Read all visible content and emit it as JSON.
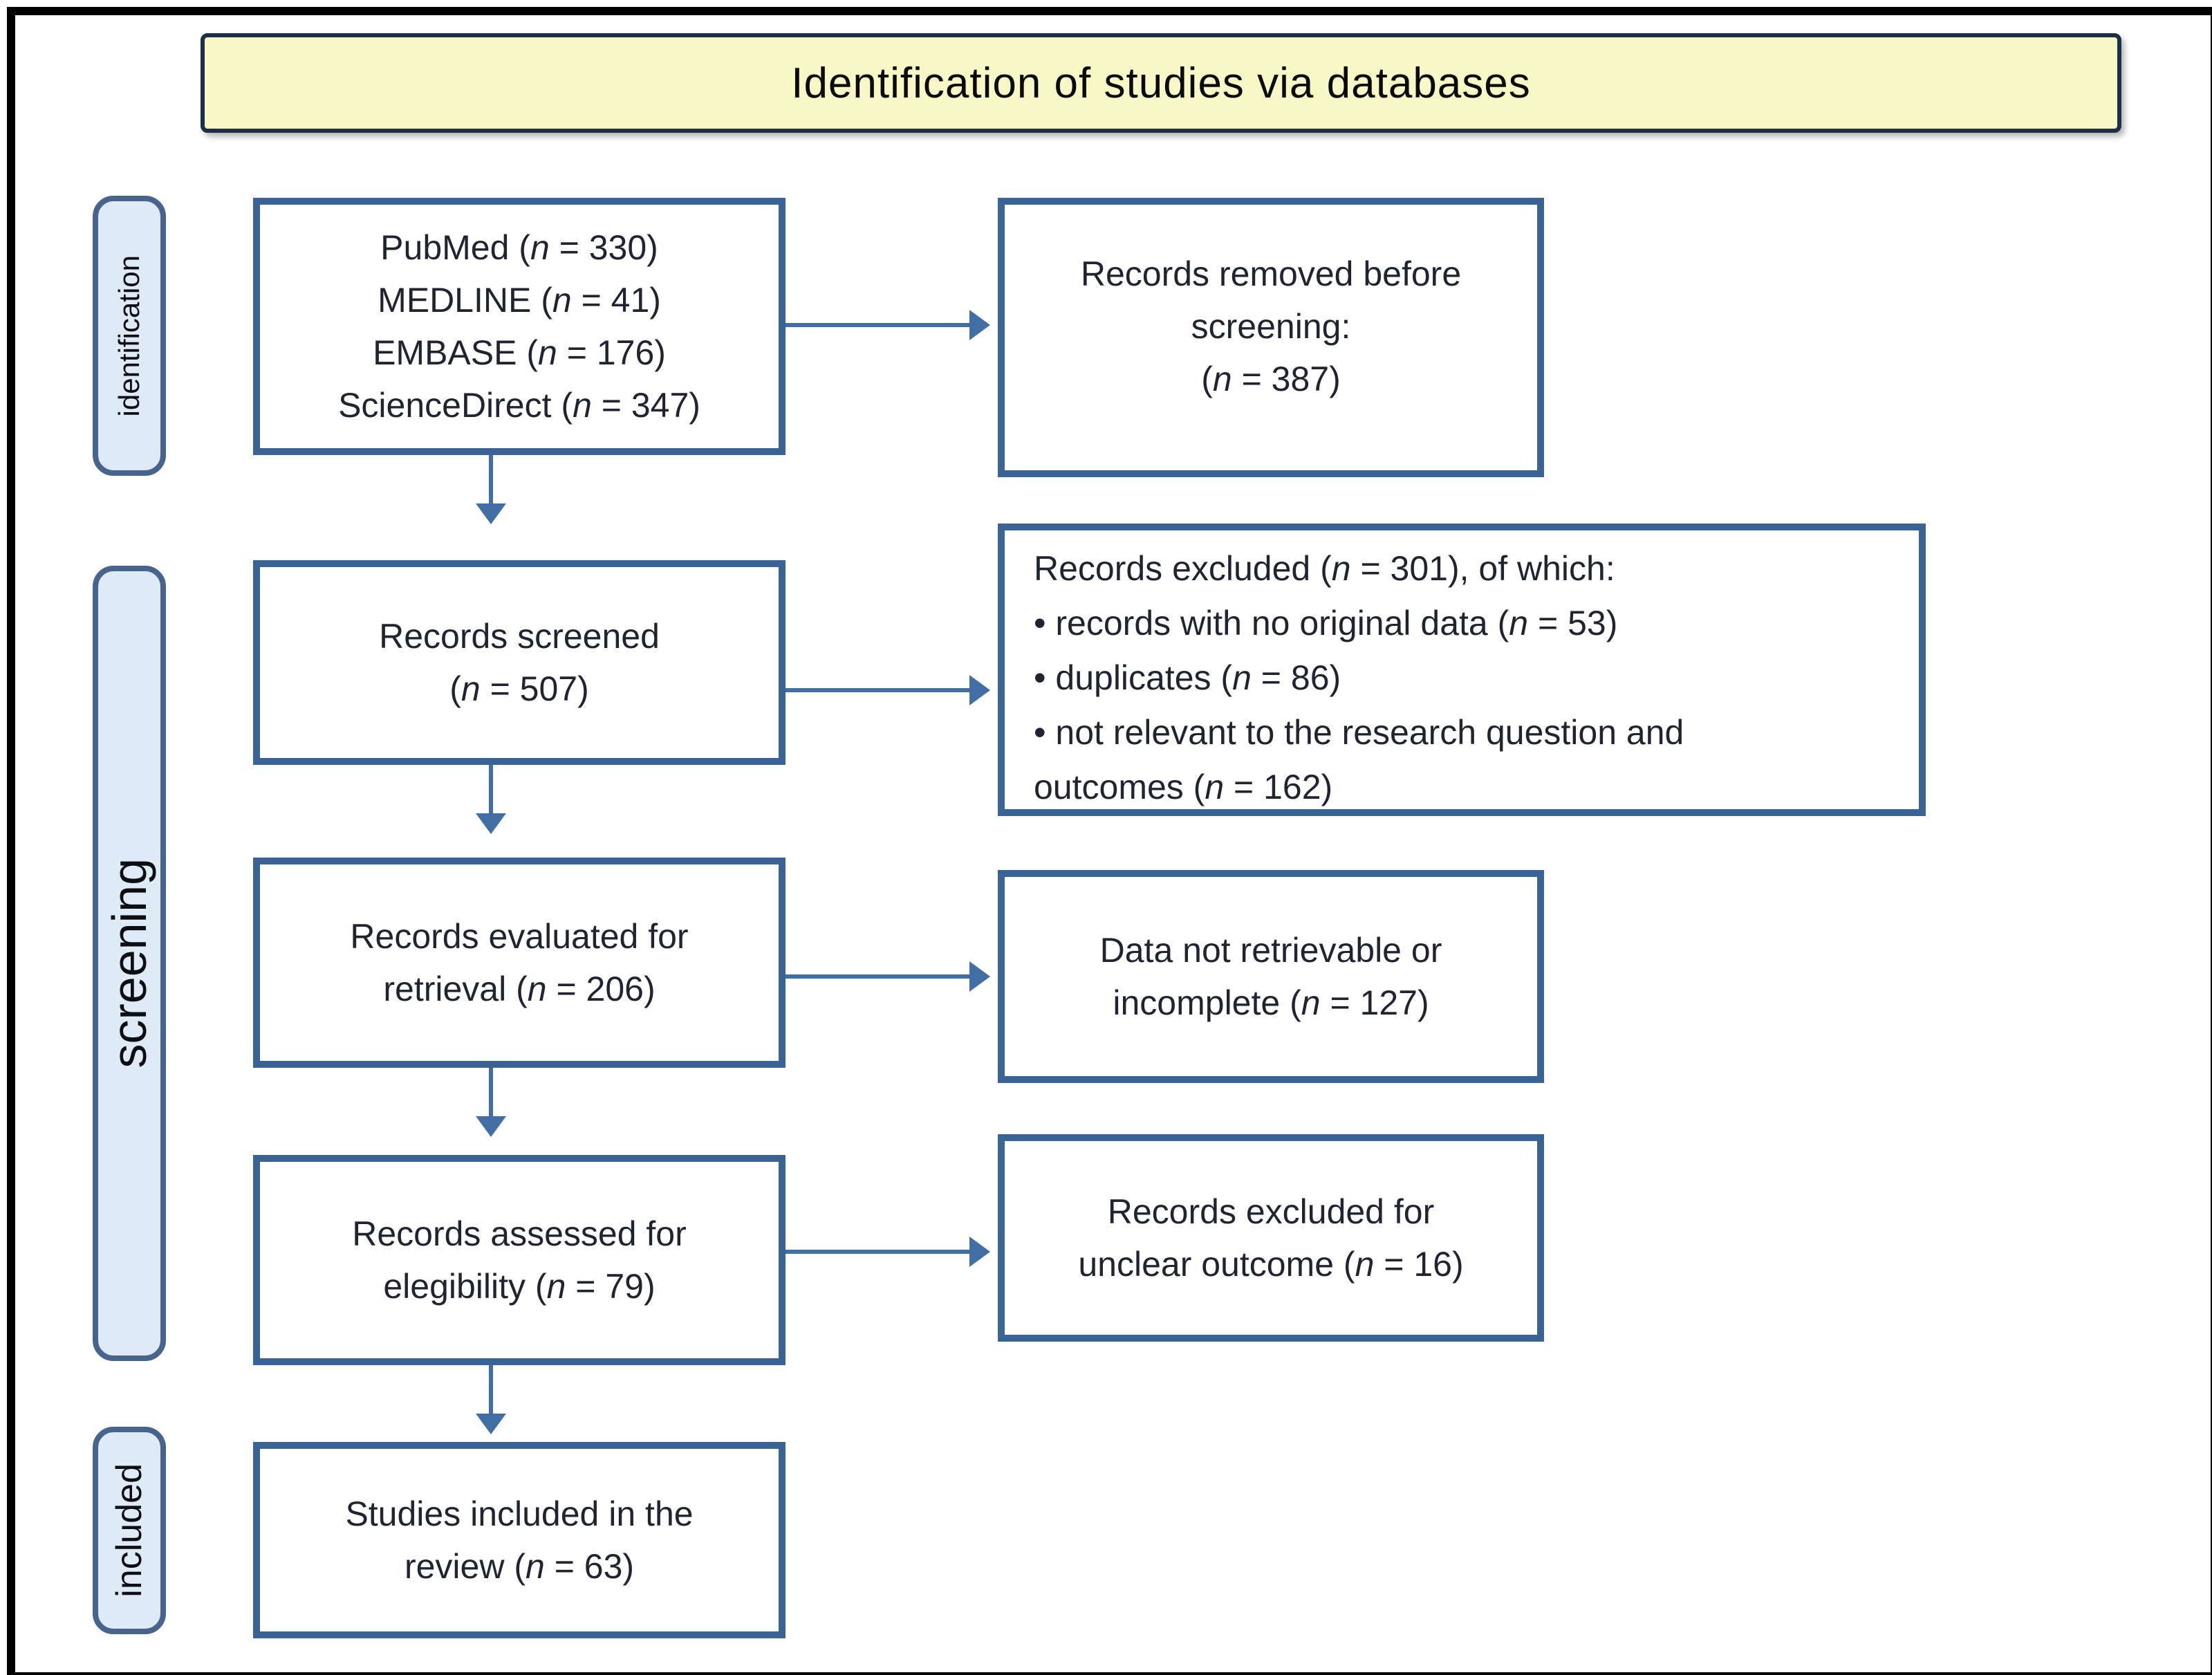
{
  "title": {
    "banner": "Identification of studies via databases"
  },
  "colors": {
    "banner_fill": "#f8f8c6",
    "banner_border": "#1e2f48",
    "box_border": "#3a6496",
    "rail_fill": "#deeaf5",
    "rail_border": "#46648c",
    "arrow": "#416ea5",
    "outer_border": "#000000",
    "text": "#1f2430"
  },
  "rails": {
    "identification": "identification",
    "screening": "screening",
    "included": "included"
  },
  "boxes": {
    "databases": {
      "lines": [
        "PubMed (n = 330)",
        "MEDLINE (n = 41)",
        "EMBASE (n = 176)",
        "ScienceDirect (n = 347)"
      ]
    },
    "removed": {
      "lines": [
        "Records removed before",
        "screening:",
        "(n = 387)"
      ]
    },
    "screened": {
      "lines": [
        "Records screened",
        "(n = 507)"
      ]
    },
    "excluded": {
      "lines": [
        "Records excluded (n = 301), of which:",
        "• records with no original data (n = 53)",
        "• duplicates (n = 86)",
        "• not relevant to the research question and",
        "outcomes (n = 162)"
      ]
    },
    "evaluated": {
      "lines": [
        "Records evaluated for",
        "retrieval (n = 206)"
      ]
    },
    "notretrievable": {
      "lines": [
        "Data not retrievable or",
        "incomplete (n = 127)"
      ]
    },
    "assessed": {
      "lines": [
        "Records assessed for",
        "elegibility (n = 79)"
      ]
    },
    "unclear": {
      "lines": [
        "Records excluded for",
        "unclear outcome (n = 16)"
      ]
    },
    "included": {
      "lines": [
        "Studies included in the",
        "review (n = 63)"
      ]
    }
  }
}
